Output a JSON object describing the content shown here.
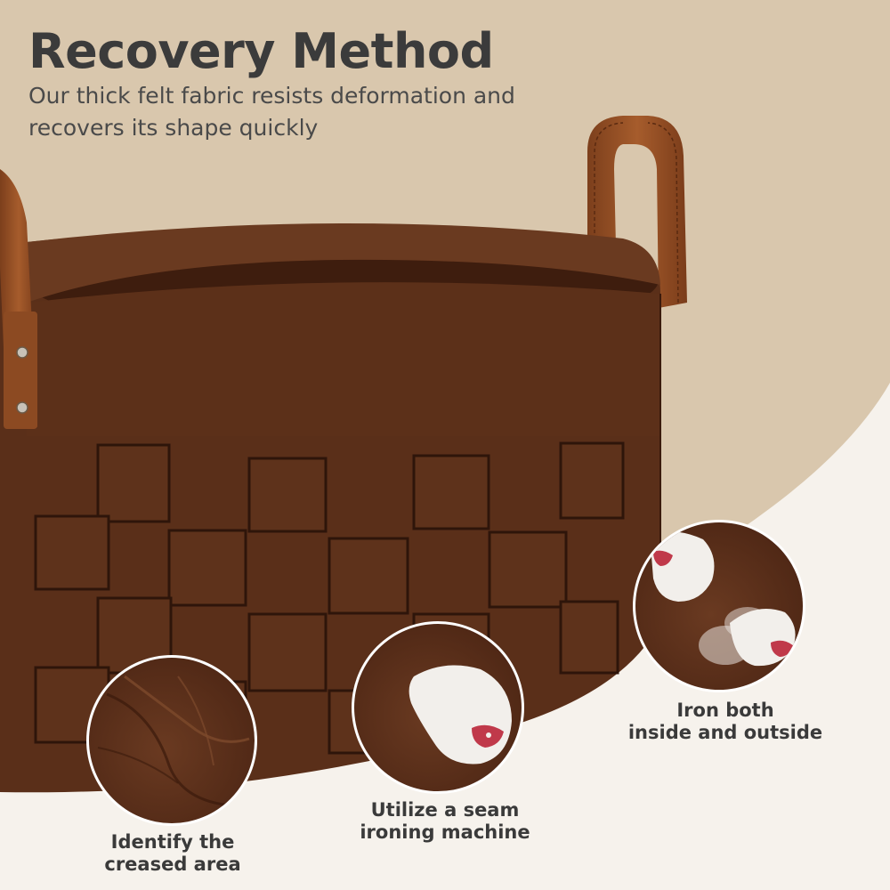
{
  "header": {
    "title": "Recovery Method",
    "subtitle": "Our thick felt fabric resists deformation and recovers its shape quickly"
  },
  "steps": [
    {
      "line1": "Identify the",
      "line2": "creased area",
      "icon": "creased-felt-closeup"
    },
    {
      "line1": "Utilize a seam",
      "line2": "ironing machine",
      "icon": "seam-iron"
    },
    {
      "line1": "Iron both",
      "line2": "inside and outside",
      "icon": "steam-iron"
    }
  ],
  "colors": {
    "background_beige": "#d9c7ad",
    "background_cream": "#f6f2ec",
    "felt_brown": "#5a2f19",
    "leather_handle": "#9a5226",
    "text_dark": "#3b3b3b"
  }
}
